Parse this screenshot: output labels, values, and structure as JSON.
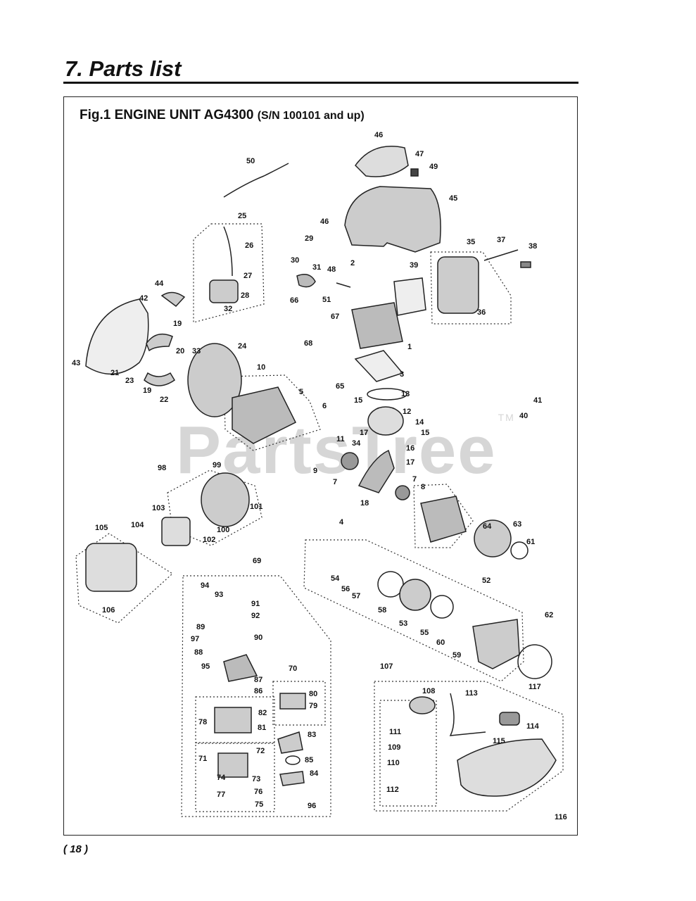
{
  "page": {
    "section_title": "7. Parts list",
    "figure_title": "Fig.1 ENGINE UNIT  AG4300",
    "figure_serial": "(S/N 100101 and up)",
    "watermark": "PartsTree",
    "watermark_tm": "TM",
    "page_number": "( 18 )"
  },
  "callouts": [
    {
      "id": "c46a",
      "text": "46"
    },
    {
      "id": "c47",
      "text": "47"
    },
    {
      "id": "c49",
      "text": "49"
    },
    {
      "id": "c50",
      "text": "50"
    },
    {
      "id": "c45",
      "text": "45"
    },
    {
      "id": "c46b",
      "text": "46"
    },
    {
      "id": "c29",
      "text": "29"
    },
    {
      "id": "c25",
      "text": "25"
    },
    {
      "id": "c26",
      "text": "26"
    },
    {
      "id": "c27",
      "text": "27"
    },
    {
      "id": "c28",
      "text": "28"
    },
    {
      "id": "c32",
      "text": "32"
    },
    {
      "id": "c2",
      "text": "2"
    },
    {
      "id": "c30",
      "text": "30"
    },
    {
      "id": "c31",
      "text": "31"
    },
    {
      "id": "c48",
      "text": "48"
    },
    {
      "id": "c39",
      "text": "39"
    },
    {
      "id": "c35",
      "text": "35"
    },
    {
      "id": "c37",
      "text": "37"
    },
    {
      "id": "c38",
      "text": "38"
    },
    {
      "id": "c36",
      "text": "36"
    },
    {
      "id": "c44",
      "text": "44"
    },
    {
      "id": "c42",
      "text": "42"
    },
    {
      "id": "c51",
      "text": "51"
    },
    {
      "id": "c66",
      "text": "66"
    },
    {
      "id": "c67",
      "text": "67"
    },
    {
      "id": "c1",
      "text": "1"
    },
    {
      "id": "c19a",
      "text": "19"
    },
    {
      "id": "c68",
      "text": "68"
    },
    {
      "id": "c43",
      "text": "43"
    },
    {
      "id": "c20",
      "text": "20"
    },
    {
      "id": "c33",
      "text": "33"
    },
    {
      "id": "c24",
      "text": "24"
    },
    {
      "id": "c21",
      "text": "21"
    },
    {
      "id": "c23",
      "text": "23"
    },
    {
      "id": "c19b",
      "text": "19"
    },
    {
      "id": "c22",
      "text": "22"
    },
    {
      "id": "c10",
      "text": "10"
    },
    {
      "id": "c3",
      "text": "3"
    },
    {
      "id": "c65",
      "text": "65"
    },
    {
      "id": "c41",
      "text": "41"
    },
    {
      "id": "c40",
      "text": "40"
    },
    {
      "id": "c5",
      "text": "5"
    },
    {
      "id": "c13",
      "text": "13"
    },
    {
      "id": "c15a",
      "text": "15"
    },
    {
      "id": "c12",
      "text": "12"
    },
    {
      "id": "c6",
      "text": "6"
    },
    {
      "id": "c14",
      "text": "14"
    },
    {
      "id": "c15b",
      "text": "15"
    },
    {
      "id": "c17a",
      "text": "17"
    },
    {
      "id": "c11",
      "text": "11"
    },
    {
      "id": "c34",
      "text": "34"
    },
    {
      "id": "c16",
      "text": "16"
    },
    {
      "id": "c17b",
      "text": "17"
    },
    {
      "id": "c9",
      "text": "9"
    },
    {
      "id": "c7a",
      "text": "7"
    },
    {
      "id": "c98",
      "text": "98"
    },
    {
      "id": "c99",
      "text": "99"
    },
    {
      "id": "c7b",
      "text": "7"
    },
    {
      "id": "c8",
      "text": "8"
    },
    {
      "id": "c18",
      "text": "18"
    },
    {
      "id": "c101",
      "text": "101"
    },
    {
      "id": "c103",
      "text": "103"
    },
    {
      "id": "c100",
      "text": "100"
    },
    {
      "id": "c4",
      "text": "4"
    },
    {
      "id": "c64",
      "text": "64"
    },
    {
      "id": "c63",
      "text": "63"
    },
    {
      "id": "c105",
      "text": "105"
    },
    {
      "id": "c104",
      "text": "104"
    },
    {
      "id": "c102",
      "text": "102"
    },
    {
      "id": "c61",
      "text": "61"
    },
    {
      "id": "c69",
      "text": "69"
    },
    {
      "id": "c54",
      "text": "54"
    },
    {
      "id": "c56",
      "text": "56"
    },
    {
      "id": "c52",
      "text": "52"
    },
    {
      "id": "c94",
      "text": "94"
    },
    {
      "id": "c93",
      "text": "93"
    },
    {
      "id": "c57",
      "text": "57"
    },
    {
      "id": "c91",
      "text": "91"
    },
    {
      "id": "c106",
      "text": "106"
    },
    {
      "id": "c92",
      "text": "92"
    },
    {
      "id": "c58",
      "text": "58"
    },
    {
      "id": "c53",
      "text": "53"
    },
    {
      "id": "c62",
      "text": "62"
    },
    {
      "id": "c89",
      "text": "89"
    },
    {
      "id": "c55",
      "text": "55"
    },
    {
      "id": "c97",
      "text": "97"
    },
    {
      "id": "c90",
      "text": "90"
    },
    {
      "id": "c60",
      "text": "60"
    },
    {
      "id": "c88",
      "text": "88"
    },
    {
      "id": "c59",
      "text": "59"
    },
    {
      "id": "c107",
      "text": "107"
    },
    {
      "id": "c95",
      "text": "95"
    },
    {
      "id": "c70",
      "text": "70"
    },
    {
      "id": "c117",
      "text": "117"
    },
    {
      "id": "c87",
      "text": "87"
    },
    {
      "id": "c86",
      "text": "86"
    },
    {
      "id": "c108",
      "text": "108"
    },
    {
      "id": "c113",
      "text": "113"
    },
    {
      "id": "c80",
      "text": "80"
    },
    {
      "id": "c79",
      "text": "79"
    },
    {
      "id": "c82",
      "text": "82"
    },
    {
      "id": "c78",
      "text": "78"
    },
    {
      "id": "c114",
      "text": "114"
    },
    {
      "id": "c81",
      "text": "81"
    },
    {
      "id": "c111",
      "text": "111"
    },
    {
      "id": "c115",
      "text": "115"
    },
    {
      "id": "c83",
      "text": "83"
    },
    {
      "id": "c109",
      "text": "109"
    },
    {
      "id": "c72",
      "text": "72"
    },
    {
      "id": "c71",
      "text": "71"
    },
    {
      "id": "c85",
      "text": "85"
    },
    {
      "id": "c110",
      "text": "110"
    },
    {
      "id": "c84",
      "text": "84"
    },
    {
      "id": "c74",
      "text": "74"
    },
    {
      "id": "c73",
      "text": "73"
    },
    {
      "id": "c112",
      "text": "112"
    },
    {
      "id": "c77",
      "text": "77"
    },
    {
      "id": "c76",
      "text": "76"
    },
    {
      "id": "c75",
      "text": "75"
    },
    {
      "id": "c96",
      "text": "96"
    },
    {
      "id": "c116",
      "text": "116"
    }
  ]
}
